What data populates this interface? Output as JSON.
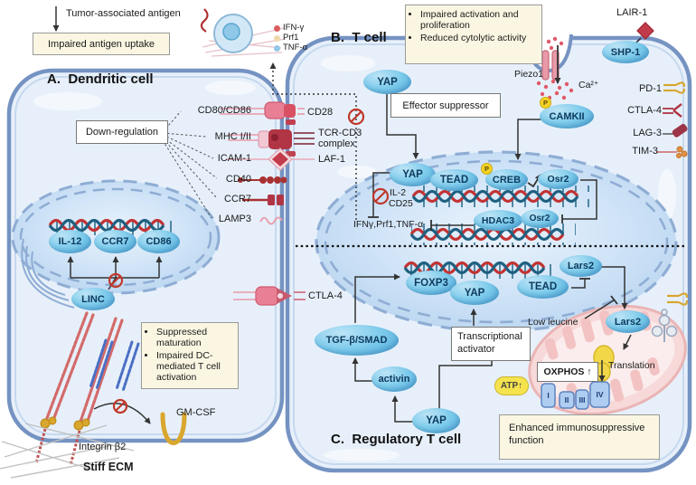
{
  "extracellular": {
    "tumor_antigen": "Tumor-associated antigen",
    "impaired_uptake": "Impaired antigen uptake",
    "integrin_b2": "Integrin β2",
    "stiff_ecm": "Stiff ECM"
  },
  "legend": {
    "items": [
      {
        "label": "IFN-γ",
        "color": "#d95f5f"
      },
      {
        "label": "Prf1",
        "color": "#f0d8ad"
      },
      {
        "label": "TNF-α",
        "color": "#93c7e8"
      }
    ]
  },
  "dc": {
    "title": "A.  Dendritic cell",
    "downregulation": "Down-regulation",
    "surface_receptors": [
      "CD80/CD86",
      "MHC I/II",
      "ICAM-1",
      "CD40",
      "CCR7",
      "LAMP3"
    ],
    "genes": [
      "IL-12",
      "CCR7",
      "CD86"
    ],
    "linc": "LINC",
    "effects": [
      "Suppressed maturation",
      "Impaired DC-mediated T cell activation"
    ],
    "gm_csf": "GM-CSF"
  },
  "synapse": {
    "cd28": "CD28",
    "tcr_cd3": "TCR-CD3 complex",
    "laf1": "LAF-1",
    "ctla4": "CTLA-4"
  },
  "tcell": {
    "title": "B.  T cell",
    "effects": [
      "Impaired activation and proliferation",
      "Reduced cytolytic activity"
    ],
    "yap": "YAP",
    "effector_suppressor": "Effector suppressor",
    "piezo1": "Piezo1",
    "ca": "Ca²⁺",
    "camkii": "CAMKII",
    "phospho": "P",
    "lair1": "LAIR-1",
    "shp1": "SHP-1",
    "checkpoints": [
      "PD-1",
      "CTLA-4",
      "LAG-3",
      "TIM-3"
    ],
    "nucleus": {
      "yap": "YAP",
      "tead": "TEAD",
      "creb": "CREB",
      "osr2": "Osr2",
      "hdac3": "HDAC3",
      "osr2b": "Osr2",
      "il2": "IL-2",
      "cd25": "CD25",
      "cytokines": "IFNγ,Prf1,TNF-α"
    }
  },
  "treg": {
    "title": "C.  Regulatory T cell",
    "nucleus": {
      "foxp3": "FOXP3",
      "yap": "YAP",
      "tead": "TEAD",
      "lars2": "Lars2"
    },
    "tgfb_smad": "TGF-β/SMAD",
    "activin": "activin",
    "yap": "YAP",
    "transcriptional_activator": "Transcriptional activator",
    "low_leucine": "Low leucine",
    "lars2_mito": "Lars2",
    "translation": "Translation",
    "oxphos": "OXPHOS ↑",
    "atp": "ATP↑",
    "complexes": [
      "I",
      "II",
      "III",
      "IV"
    ],
    "enhanced_function": "Enhanced immunosuppressive function"
  }
}
